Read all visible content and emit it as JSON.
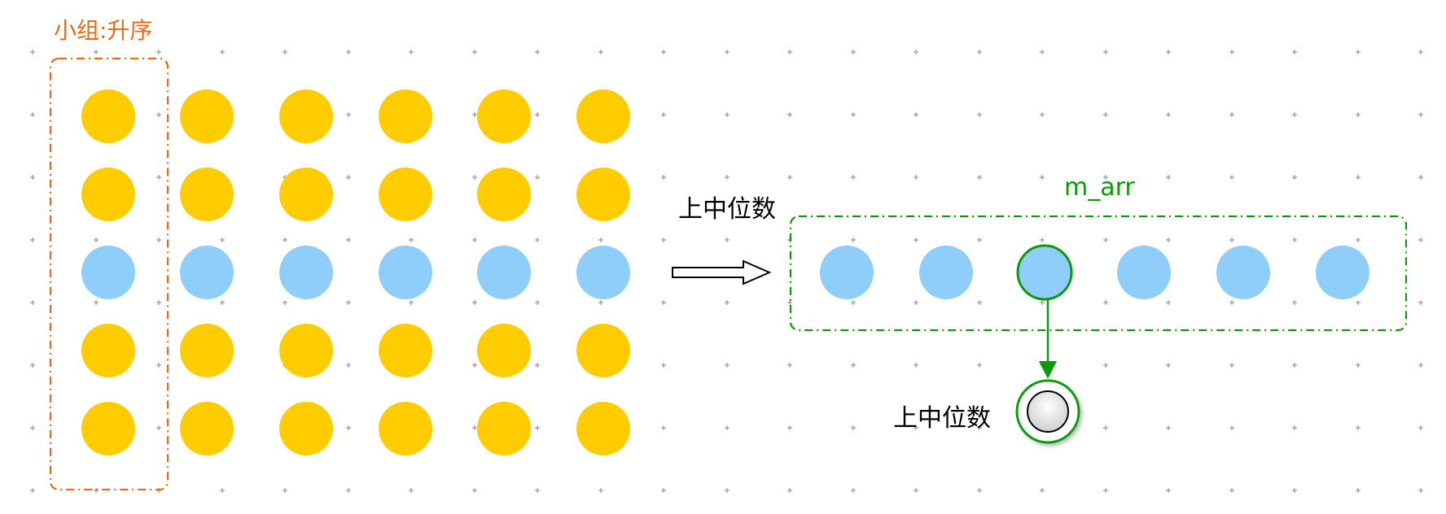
{
  "colors": {
    "background": "#ffffff",
    "grid_dot": "#9a9a9a",
    "yellow": "#FFCC00",
    "blue": "#8FCDFB",
    "orange": "#ED6A12",
    "green": "#0A9A0A",
    "text": "#000000"
  },
  "group": {
    "label": "小组:升序"
  },
  "matrix": {
    "rows": 5,
    "cols": 6,
    "highlight_row": 3
  },
  "transform": {
    "label": "上中位数",
    "arrow_icon": "hollow-right-arrow-icon"
  },
  "m_arr": {
    "label": "m_arr",
    "count": 6,
    "selected_index": 3
  },
  "result": {
    "label": "上中位数",
    "icon": "end-node-icon"
  }
}
